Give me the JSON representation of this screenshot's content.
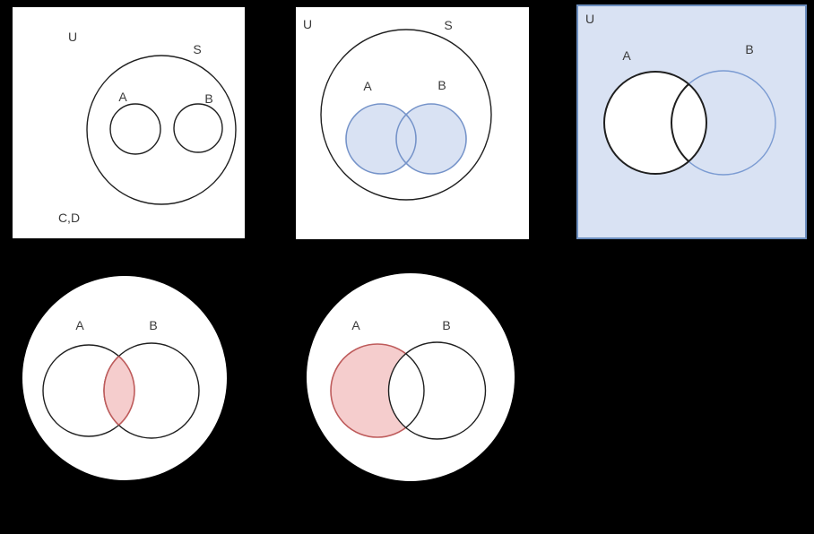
{
  "background_color": "#000000",
  "colors": {
    "panel_background": "#ffffff",
    "outline_black": "#1f1f1f",
    "blue_fill": "#d9e2f3",
    "blue_stroke": "#7593c9",
    "universe_box_fill": "#d9e2f3",
    "universe_box_border": "#6c8ebf",
    "pink_fill": "#f5cdcd",
    "pink_stroke": "#be5b5b",
    "label_color": "#3a3a3a"
  },
  "panels": {
    "disjoint_sets": {
      "universe_label": "U",
      "superset_label": "S",
      "set_a_label": "A",
      "set_b_label": "B",
      "other_sets_label": "C,D"
    },
    "union_shaded": {
      "universe_label": "U",
      "superset_label": "S",
      "set_a_label": "A",
      "set_b_label": "B"
    },
    "complement_shaded": {
      "universe_label": "U",
      "set_a_label": "A",
      "set_b_label": "B"
    },
    "intersection_shaded": {
      "set_a_label": "A",
      "set_b_label": "B"
    },
    "difference_shaded": {
      "set_a_label": "A",
      "set_b_label": "B"
    }
  }
}
